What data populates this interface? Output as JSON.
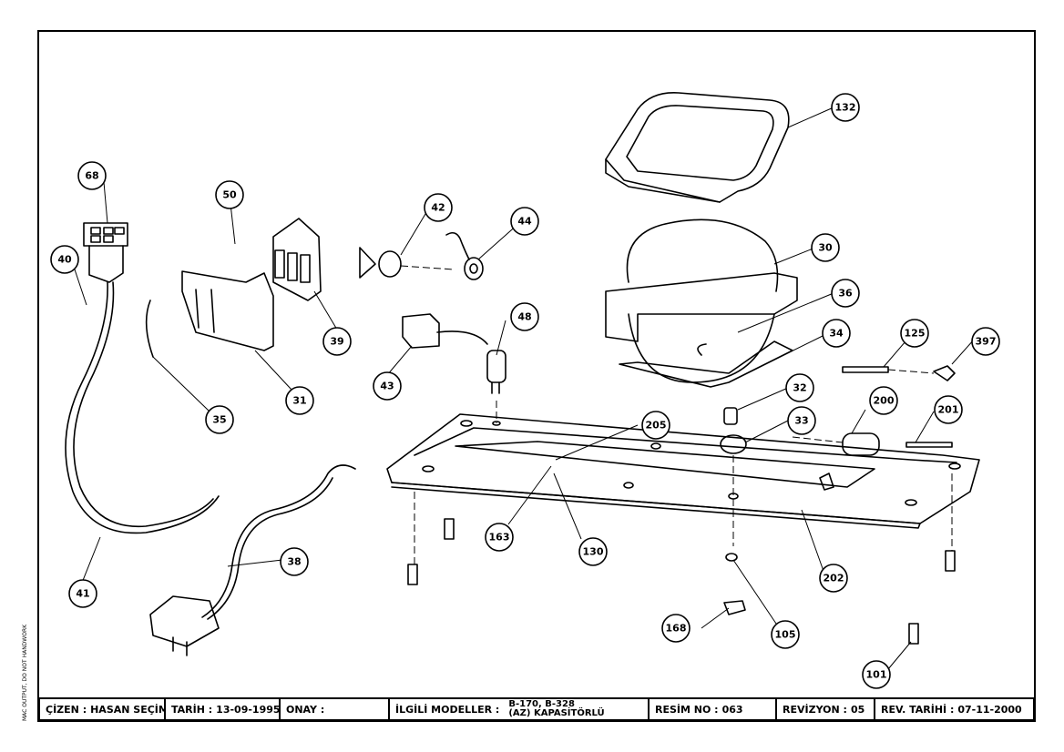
{
  "side_note": "MAC OUTPUT, DO NOT HANDWORK",
  "title_block": {
    "drawn_by_label": "ÇİZEN :",
    "drawn_by": "HASAN SEÇİM",
    "date_label": "TARİH :",
    "date": "13-09-1995",
    "approval_label": "ONAY :",
    "approval": "",
    "models_label": "İLGİLİ MODELLER :",
    "models_line1": "B-170, B-328",
    "models_line2": "(AZ) KAPASİTÖRLÜ",
    "drawing_no_label": "RESİM NO :",
    "drawing_no": "063",
    "revision_label": "REVİZYON :",
    "revision": "05",
    "rev_date_label": "REV. TARİHİ :",
    "rev_date": "07-11-2000"
  },
  "callouts": [
    "132",
    "68",
    "50",
    "42",
    "44",
    "30",
    "40",
    "36",
    "48",
    "34",
    "125",
    "397",
    "39",
    "43",
    "31",
    "32",
    "200",
    "201",
    "35",
    "205",
    "33",
    "163",
    "130",
    "38",
    "202",
    "41",
    "168",
    "105",
    "101"
  ]
}
